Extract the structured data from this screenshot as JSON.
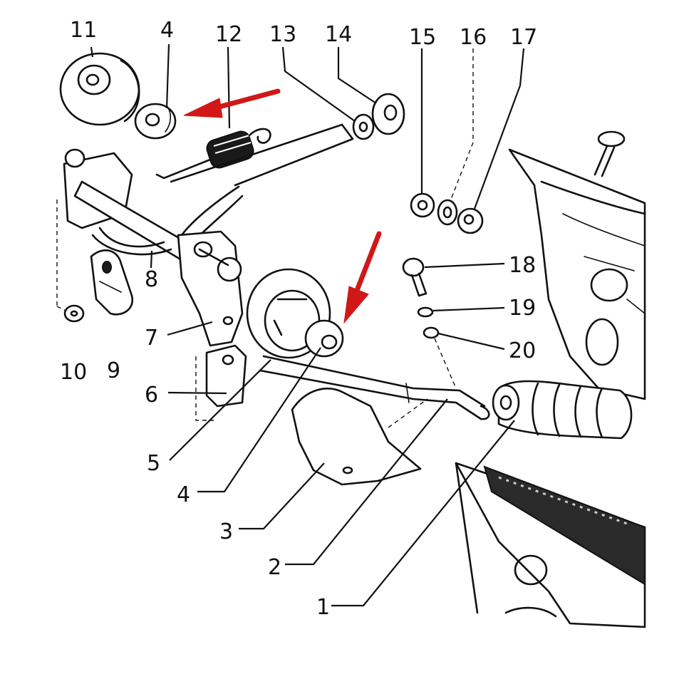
{
  "diagram": {
    "accent_color": "#d01818",
    "callouts": [
      {
        "id": "c1",
        "text": "1"
      },
      {
        "id": "c2",
        "text": "2"
      },
      {
        "id": "c3",
        "text": "3"
      },
      {
        "id": "c4a",
        "text": "4"
      },
      {
        "id": "c4b",
        "text": "4"
      },
      {
        "id": "c5",
        "text": "5"
      },
      {
        "id": "c6",
        "text": "6"
      },
      {
        "id": "c7",
        "text": "7"
      },
      {
        "id": "c8",
        "text": "8"
      },
      {
        "id": "c9",
        "text": "9"
      },
      {
        "id": "c10",
        "text": "10"
      },
      {
        "id": "c11",
        "text": "11"
      },
      {
        "id": "c12",
        "text": "12"
      },
      {
        "id": "c13",
        "text": "13"
      },
      {
        "id": "c14",
        "text": "14"
      },
      {
        "id": "c15",
        "text": "15"
      },
      {
        "id": "c16",
        "text": "16"
      },
      {
        "id": "c17",
        "text": "17"
      },
      {
        "id": "c18",
        "text": "18"
      },
      {
        "id": "c19",
        "text": "19"
      },
      {
        "id": "c20",
        "text": "20"
      }
    ]
  }
}
